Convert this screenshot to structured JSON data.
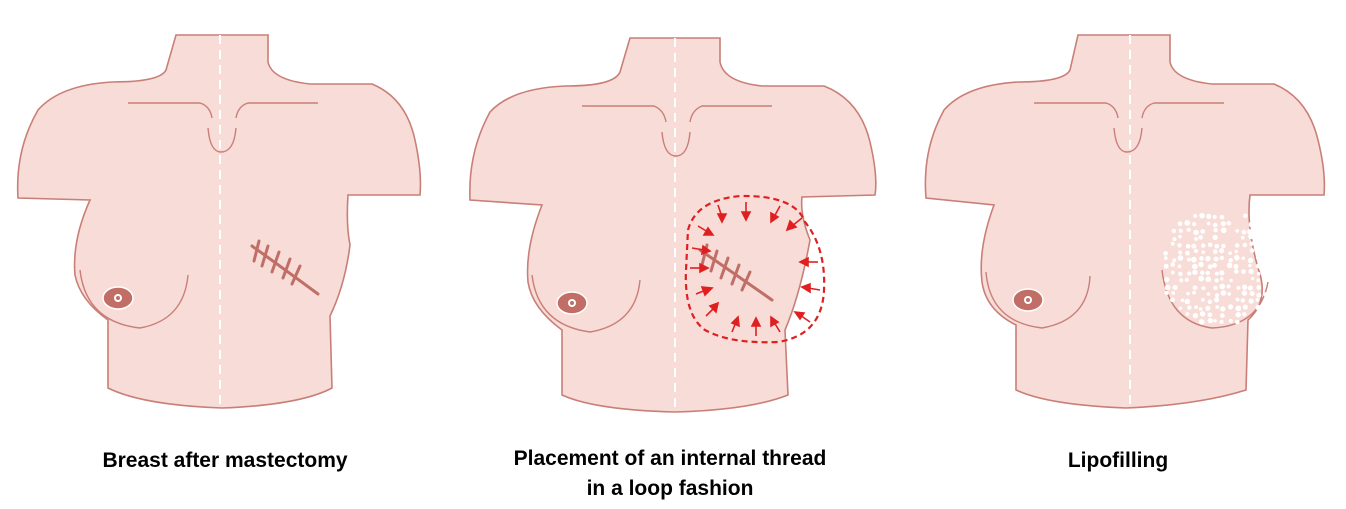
{
  "panels": [
    {
      "caption": "Breast after mastectomy"
    },
    {
      "caption": "Placement of an internal thread in a loop fashion"
    },
    {
      "caption": "Lipofilling"
    }
  ],
  "colors": {
    "skin": "#f8dcd8",
    "outline": "#c97f77",
    "scar": "#c06e66",
    "arrow": "#e02020",
    "midline": "#ffffff",
    "nipple": "#c06e66",
    "fat_dots": "#ffffff"
  }
}
